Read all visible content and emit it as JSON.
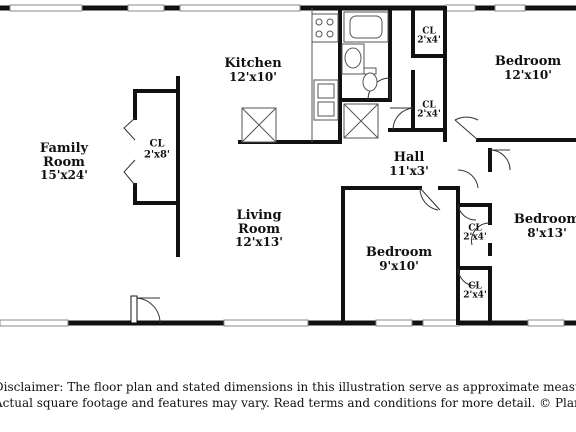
{
  "rooms": {
    "family": {
      "name_line1": "Family",
      "name_line2": "Room",
      "dims": "15'x24'"
    },
    "kitchen": {
      "name": "Kitchen",
      "dims": "12'x10'"
    },
    "living": {
      "name_line1": "Living",
      "name_line2": "Room",
      "dims": "12'x13'"
    },
    "hall": {
      "name": "Hall",
      "dims": "11'x3'"
    },
    "bedroom_ne": {
      "name": "Bedroom",
      "dims": "12'x10'"
    },
    "bedroom_s": {
      "name": "Bedroom",
      "dims": "9'x10'"
    },
    "bedroom_e": {
      "name": "Bedroom",
      "dims": "8'x13'"
    }
  },
  "closets": {
    "family_cl": {
      "name": "CL",
      "dims": "2'x8'"
    },
    "cl_top": {
      "name": "CL",
      "dims": "2'x4'"
    },
    "cl_mid": {
      "name": "CL",
      "dims": "2'x4'"
    },
    "cl_east_upper": {
      "name": "CL",
      "dims": "2'x4'"
    },
    "cl_east_lower": {
      "name": "CL",
      "dims": "2'x4'"
    }
  },
  "disclaimer": {
    "line1": "Disclaimer: The floor plan and stated dimensions in this illustration serve as approximate measurements.",
    "line2": "Actual square footage and features may vary. Read terms and conditions for more detail. © PlanOmatic"
  },
  "colors": {
    "wall": "#111111",
    "window": "#9a9a9a",
    "fixture": "#666666"
  }
}
